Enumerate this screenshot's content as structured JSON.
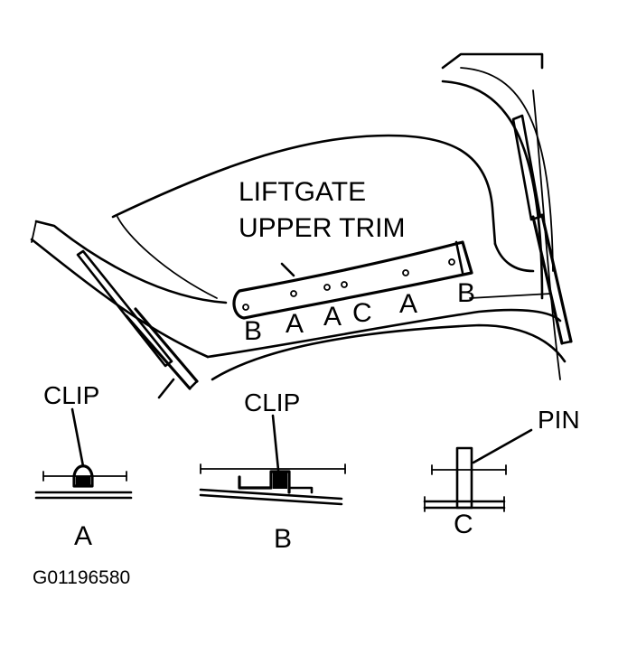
{
  "diagram": {
    "title_label_line1": "LIFTGATE",
    "title_label_line2": "UPPER TRIM",
    "trim_letters": [
      "B",
      "A",
      "A",
      "C",
      "A",
      "B"
    ],
    "detail_a": {
      "callout": "CLIP",
      "letter": "A"
    },
    "detail_b": {
      "callout": "CLIP",
      "letter": "B"
    },
    "detail_c": {
      "callout": "PIN",
      "letter": "C"
    },
    "figure_code": "G01196580"
  }
}
